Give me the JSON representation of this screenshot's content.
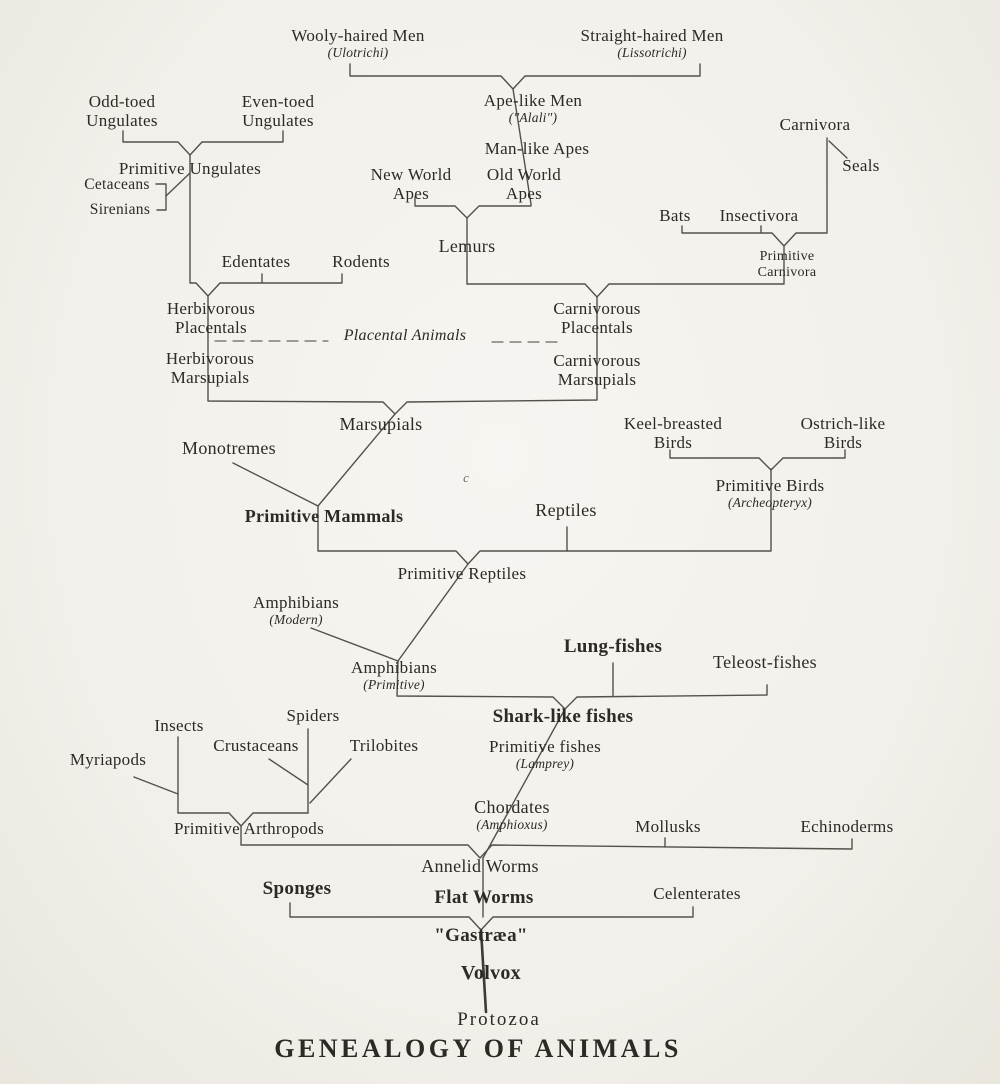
{
  "title": "GENEALOGY OF ANIMALS",
  "stray_mark": "c",
  "colors": {
    "paper": "#f2f0ea",
    "ink": "#2d2a25",
    "line": "#55504a"
  },
  "nodes": {
    "wooly_haired_men": {
      "label": "Wooly-haired Men",
      "sub": "(Ulotrichi)"
    },
    "straight_haired_men": {
      "label": "Straight-haired Men",
      "sub": "(Lissotrichi)"
    },
    "ape_like_men": {
      "label": "Ape-like Men",
      "sub": "(\"Alali\")"
    },
    "man_like_apes": {
      "label": "Man-like Apes"
    },
    "odd_toed_ungulates": {
      "label": "Odd-toed\nUngulates"
    },
    "even_toed_ungulates": {
      "label": "Even-toed\nUngulates"
    },
    "primitive_ungulates": {
      "label": "Primitive Ungulates"
    },
    "cetaceans": {
      "label": "Cetaceans"
    },
    "sirenians": {
      "label": "Sirenians"
    },
    "new_world_apes": {
      "label": "New World\nApes"
    },
    "old_world_apes": {
      "label": "Old World\nApes"
    },
    "carnivora": {
      "label": "Carnivora"
    },
    "seals": {
      "label": "Seals"
    },
    "bats": {
      "label": "Bats"
    },
    "insectivora": {
      "label": "Insectivora"
    },
    "primitive_carnivora": {
      "label": "Primitive\nCarnivora"
    },
    "lemurs": {
      "label": "Lemurs"
    },
    "edentates": {
      "label": "Edentates"
    },
    "rodents": {
      "label": "Rodents"
    },
    "herbivorous_placentals": {
      "label": "Herbivorous\nPlacentals"
    },
    "placental_animals": {
      "label": "Placental  Animals"
    },
    "herbivorous_marsupials": {
      "label": "Herbivorous\nMarsupials"
    },
    "carnivorous_placentals": {
      "label": "Carnivorous\nPlacentals"
    },
    "carnivorous_marsupials": {
      "label": "Carnivorous\nMarsupials"
    },
    "marsupials": {
      "label": "Marsupials"
    },
    "monotremes": {
      "label": "Monotremes"
    },
    "keel_breasted_birds": {
      "label": "Keel-breasted\nBirds"
    },
    "ostrich_like_birds": {
      "label": "Ostrich-like\nBirds"
    },
    "primitive_birds": {
      "label": "Primitive Birds",
      "sub": "(Archeopteryx)"
    },
    "reptiles": {
      "label": "Reptiles"
    },
    "primitive_mammals": {
      "label": "Primitive Mammals"
    },
    "primitive_reptiles": {
      "label": "Primitive Reptiles"
    },
    "amphibians_modern": {
      "label": "Amphibians",
      "sub": "(Modern)"
    },
    "lung_fishes": {
      "label": "Lung-fishes"
    },
    "teleost_fishes": {
      "label": "Teleost-fishes"
    },
    "amphibians_primitive": {
      "label": "Amphibians",
      "sub": "(Primitive)"
    },
    "shark_like_fishes": {
      "label": "Shark-like fishes"
    },
    "primitive_fishes": {
      "label": "Primitive fishes",
      "sub": "(Lamprey)"
    },
    "insects": {
      "label": "Insects"
    },
    "spiders": {
      "label": "Spiders"
    },
    "crustaceans": {
      "label": "Crustaceans"
    },
    "trilobites": {
      "label": "Trilobites"
    },
    "myriapods": {
      "label": "Myriapods"
    },
    "primitive_arthropods": {
      "label": "Primitive Arthropods"
    },
    "chordates": {
      "label": "Chordates",
      "sub": "(Amphioxus)"
    },
    "mollusks": {
      "label": "Mollusks"
    },
    "echinoderms": {
      "label": "Echinoderms"
    },
    "annelid_worms": {
      "label": "Annelid Worms"
    },
    "sponges": {
      "label": "Sponges"
    },
    "flat_worms": {
      "label": "Flat Worms"
    },
    "celenterates": {
      "label": "Celenterates"
    },
    "gastraea": {
      "label": "\"Gastræa\""
    },
    "volvox": {
      "label": "Volvox"
    },
    "protozoa": {
      "label": "Protozoa"
    }
  }
}
